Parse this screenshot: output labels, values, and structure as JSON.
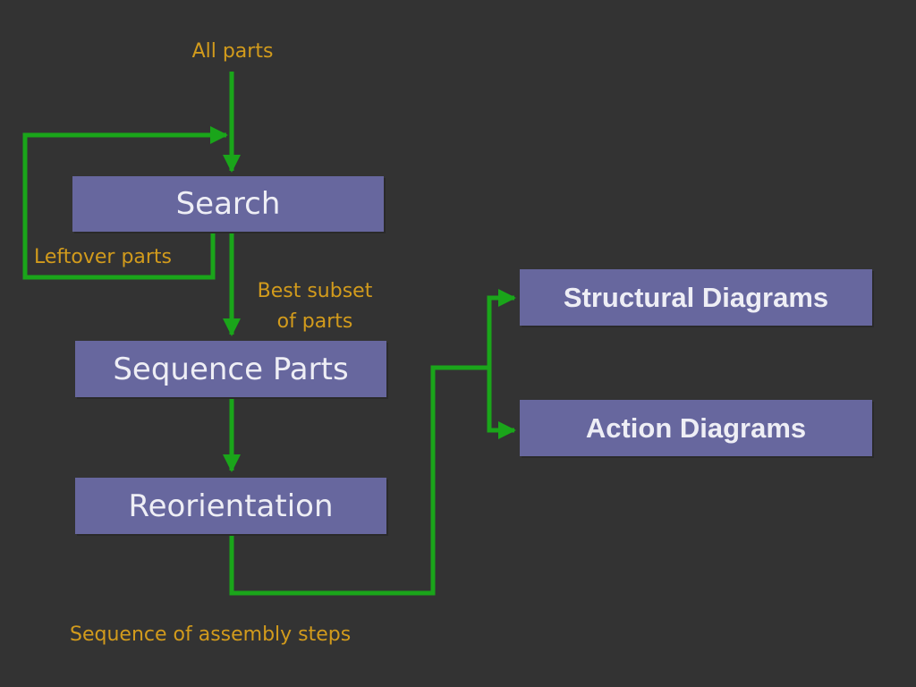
{
  "colors": {
    "background": "#333333",
    "box_fill": "#67679e",
    "box_text": "#eeeef5",
    "label_text": "#d29b1c",
    "connector": "#1aa51a"
  },
  "labels": {
    "input": "All parts",
    "feedback": "Leftover parts",
    "subset_line1": "Best subset",
    "subset_line2": "of parts",
    "output": "Sequence of assembly steps"
  },
  "nodes": {
    "search": "Search",
    "sequence_parts": "Sequence Parts",
    "reorientation": "Reorientation",
    "structural_diagrams": "Structural Diagrams",
    "action_diagrams": "Action Diagrams"
  }
}
